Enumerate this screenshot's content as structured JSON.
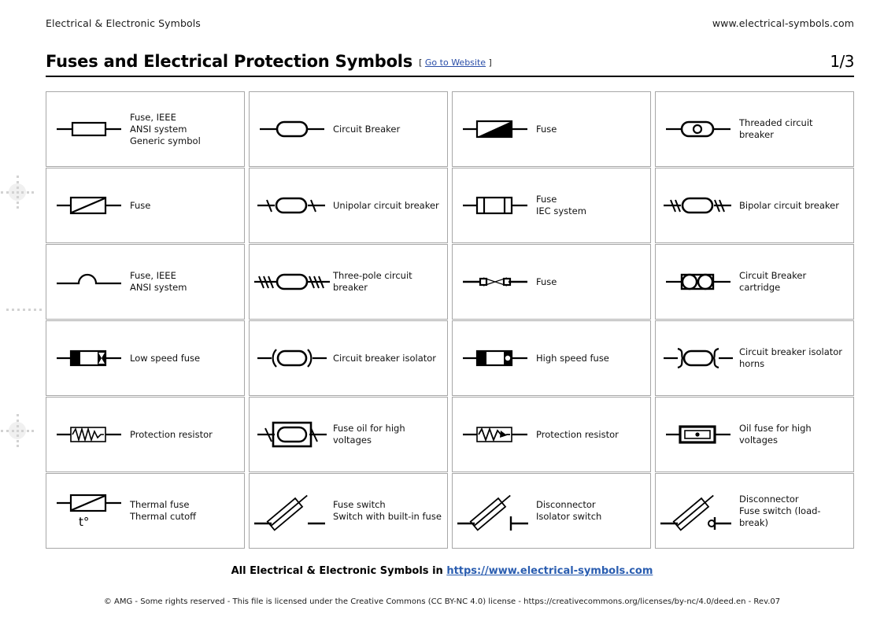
{
  "header": {
    "left_text": "Electrical & Electronic Symbols",
    "right_text": "www.electrical-symbols.com"
  },
  "title": {
    "main": "Fuses and Electrical Protection Symbols",
    "bracket_open": "[",
    "link_label": "Go to Website",
    "bracket_close": "]",
    "page_number": "1/3"
  },
  "symbols": [
    {
      "icon": "fuse-ieee-ansi-generic-icon",
      "label": "Fuse, IEEE\nANSI system\nGeneric symbol"
    },
    {
      "icon": "circuit-breaker-icon",
      "label": "Circuit Breaker"
    },
    {
      "icon": "fuse-triangle-filled-icon",
      "label": "Fuse"
    },
    {
      "icon": "threaded-circuit-breaker-icon",
      "label": "Threaded circuit breaker"
    },
    {
      "icon": "fuse-diagonal-icon",
      "label": "Fuse"
    },
    {
      "icon": "unipolar-circuit-breaker-icon",
      "label": "Unipolar circuit breaker"
    },
    {
      "icon": "fuse-iec-icon",
      "label": "Fuse\nIEC system"
    },
    {
      "icon": "bipolar-circuit-breaker-icon",
      "label": "Bipolar circuit breaker"
    },
    {
      "icon": "fuse-ieee-ansi-arc-icon",
      "label": "Fuse, IEEE\nANSI system"
    },
    {
      "icon": "three-pole-circuit-breaker-icon",
      "label": "Three-pole circuit\nbreaker"
    },
    {
      "icon": "fuse-bowtie-icon",
      "label": "Fuse"
    },
    {
      "icon": "circuit-breaker-cartridge-icon",
      "label": "Circuit Breaker cartridge"
    },
    {
      "icon": "low-speed-fuse-icon",
      "label": "Low speed fuse"
    },
    {
      "icon": "circuit-breaker-isolator-icon",
      "label": "Circuit breaker isolator"
    },
    {
      "icon": "high-speed-fuse-icon",
      "label": "High speed fuse"
    },
    {
      "icon": "circuit-breaker-isolator-horns-icon",
      "label": "Circuit breaker isolator\nhorns"
    },
    {
      "icon": "protection-resistor-zigzag-icon",
      "label": "Protection resistor"
    },
    {
      "icon": "fuse-oil-high-voltage-icon",
      "label": "Fuse oil for high voltages"
    },
    {
      "icon": "protection-resistor-arrow-icon",
      "label": "Protection resistor"
    },
    {
      "icon": "oil-fuse-high-voltage-icon",
      "label": "Oil fuse for high voltages"
    },
    {
      "icon": "thermal-fuse-icon",
      "label": "Thermal fuse\nThermal cutoff",
      "sublabel": "t°"
    },
    {
      "icon": "fuse-switch-icon",
      "label": "Fuse switch\nSwitch with built-in fuse"
    },
    {
      "icon": "disconnector-isolator-switch-icon",
      "label": "Disconnector\nIsolator switch"
    },
    {
      "icon": "disconnector-fuse-switch-load-break-icon",
      "label": "Disconnector\nFuse switch (load-break)"
    }
  ],
  "footer": {
    "line1_prefix": "All Electrical & Electronic Symbols in ",
    "line1_link": "https://www.electrical-symbols.com",
    "line2": "© AMG - Some rights reserved - This file is licensed under the Creative Commons (CC BY-NC 4.0) license - https://creativecommons.org/licenses/by-nc/4.0/deed.en - Rev.07"
  },
  "colors": {
    "ink": "#000000",
    "cell_border": "#a7a7a7",
    "link_blue": "#2a5db0",
    "title_link_blue": "#2a4ea8",
    "reg_mark": "#d2d2d2"
  }
}
